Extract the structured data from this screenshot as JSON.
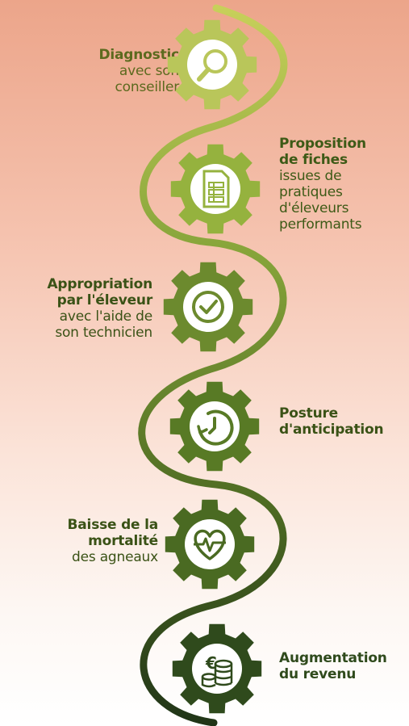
{
  "steps": [
    {
      "lines": [
        {
          "text": "Diagnostic",
          "bold": true
        },
        {
          "text": "avec son",
          "bold": false
        },
        {
          "text": "conseiller",
          "bold": false
        }
      ],
      "icon": "magnifier-icon",
      "gear_color": "#b9c65a",
      "text_color": "#5c6a1e"
    },
    {
      "lines": [
        {
          "text": "Proposition",
          "bold": true
        },
        {
          "text": "de fiches",
          "bold": true
        },
        {
          "text": "issues de",
          "bold": false
        },
        {
          "text": "pratiques",
          "bold": false
        },
        {
          "text": "d'éleveurs",
          "bold": false
        },
        {
          "text": "performants",
          "bold": false
        }
      ],
      "icon": "document-icon",
      "gear_color": "#95b23e",
      "text_color": "#3d5a16"
    },
    {
      "lines": [
        {
          "text": "Appropriation",
          "bold": true
        },
        {
          "text": "par l'éleveur",
          "bold": true
        },
        {
          "text": "avec l'aide de",
          "bold": false
        },
        {
          "text": "son technicien",
          "bold": false
        }
      ],
      "icon": "check-circle-icon",
      "gear_color": "#6c8a2e",
      "text_color": "#3a5216"
    },
    {
      "lines": [
        {
          "text": "Posture",
          "bold": true
        },
        {
          "text": "d'anticipation",
          "bold": true
        }
      ],
      "icon": "clock-arrow-icon",
      "gear_color": "#587a25",
      "text_color": "#3a5216"
    },
    {
      "lines": [
        {
          "text": "Baisse de la",
          "bold": true
        },
        {
          "text": "mortalité",
          "bold": true
        },
        {
          "text": "des agneaux",
          "bold": false
        }
      ],
      "icon": "heart-pulse-icon",
      "gear_color": "#4a6a22",
      "text_color": "#3a5216"
    },
    {
      "lines": [
        {
          "text": "Augmentation",
          "bold": true
        },
        {
          "text": "du revenu",
          "bold": true
        }
      ],
      "icon": "euro-coins-icon",
      "gear_color": "#2f4a1c",
      "text_color": "#2f4a1c"
    }
  ],
  "path_colors": [
    "#c9d15b",
    "#86a43a",
    "#4d6a22",
    "#203417"
  ]
}
